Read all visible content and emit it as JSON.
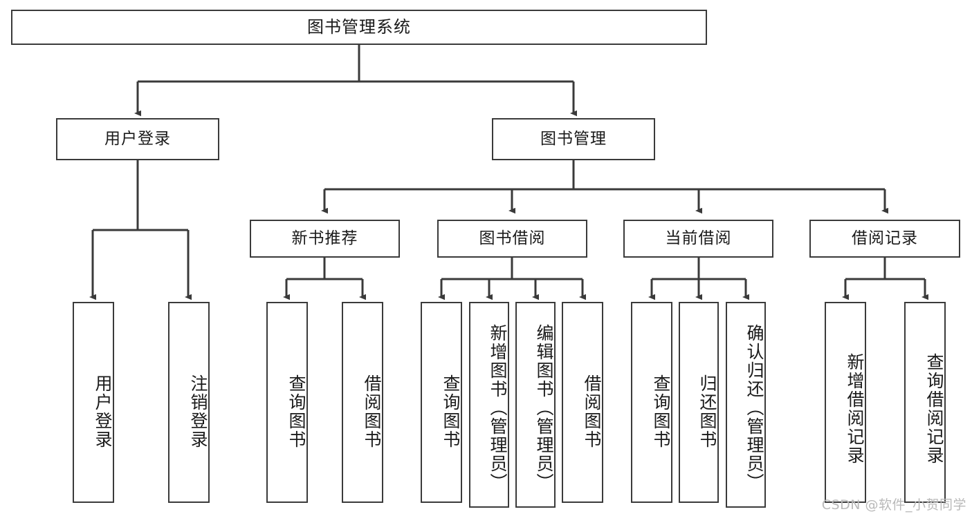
{
  "diagram": {
    "title": "图书管理系统",
    "type": "功能结构图",
    "root": {
      "label": "图书管理系统"
    },
    "level2": [
      {
        "label": "用户登录"
      },
      {
        "label": "图书管理"
      }
    ],
    "level3": [
      {
        "label": "新书推荐"
      },
      {
        "label": "图书借阅"
      },
      {
        "label": "当前借阅"
      },
      {
        "label": "借阅记录"
      }
    ],
    "leaves": {
      "user_login": [
        {
          "label": "用户登录"
        },
        {
          "label": "注销登录"
        }
      ],
      "new_book": [
        {
          "label": "查询图书"
        },
        {
          "label": "借阅图书"
        }
      ],
      "borrow": [
        {
          "label": "查询图书"
        },
        {
          "label": "新增图书（管理员）"
        },
        {
          "label": "编辑图书（管理员）"
        },
        {
          "label": "借阅图书"
        }
      ],
      "current": [
        {
          "label": "查询图书"
        },
        {
          "label": "归还图书"
        },
        {
          "label": "确认归还（管理员）"
        }
      ],
      "records": [
        {
          "label": "新增借阅记录"
        },
        {
          "label": "查询借阅记录"
        }
      ]
    }
  },
  "watermark": {
    "text": "CSDN @软件_小贺同学"
  },
  "colors": {
    "stroke": "#3a3a3a",
    "text": "#1a1a1a",
    "background": "#ffffff",
    "watermark": "#b9b9b9"
  }
}
